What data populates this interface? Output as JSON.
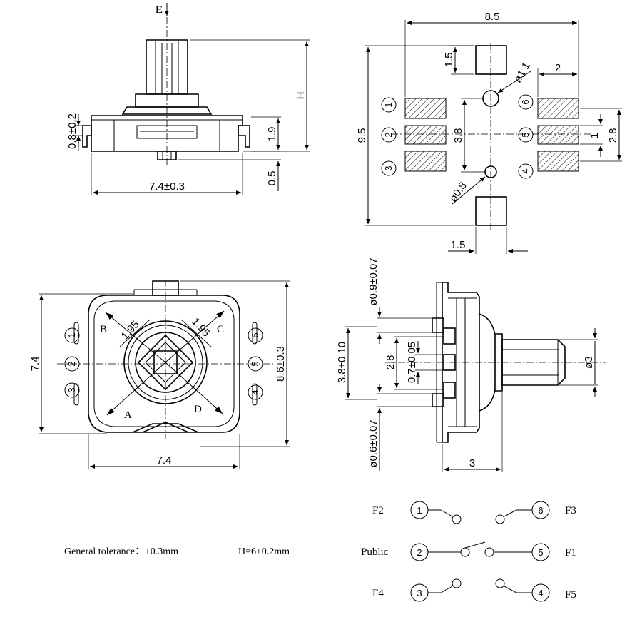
{
  "front_view": {
    "section_marker": "E",
    "dim_pin_standoff": "0.8±0.2",
    "dim_height": "H",
    "dim_body_height": "1.9",
    "dim_pin_bottom": "0.5",
    "dim_width": "7.4±0.3"
  },
  "footprint": {
    "dim_overall_width": "8.5",
    "dim_pad_top": "1.5",
    "dim_hole_1": "ø1.1",
    "dim_pad_right": "2",
    "dim_overall_height": "9.5",
    "dim_pad_pitch": "3.8",
    "dim_pad_1": "1",
    "dim_pad_spacing": "2.8",
    "dim_hole_2": "ø0.8",
    "dim_pad_bottom": "1.5",
    "pin_labels": [
      "1",
      "2",
      "3",
      "6",
      "5",
      "4"
    ]
  },
  "top_view": {
    "direction_labels": [
      "B",
      "C",
      "A",
      "D"
    ],
    "dim_diag_left": "1.95",
    "dim_diag_right": "1.95",
    "dim_height": "7.4",
    "dim_outer": "8.6±0.3",
    "dim_width": "7.4",
    "pin_labels": [
      "1",
      "2",
      "3",
      "6",
      "5",
      "4"
    ]
  },
  "side_view": {
    "dim_pin_top": "ø0.9±0.07",
    "dim_pitch": "3.8±0.10",
    "dim_pad": "2.8",
    "dim_small": "0.7±0.05",
    "dim_pin_bottom": "ø0.6±0.07",
    "dim_shaft": "ø3",
    "dim_depth": "3"
  },
  "schematic": {
    "rows": [
      {
        "left_label": "F2",
        "left_pin": "1",
        "right_pin": "6",
        "right_label": "F3"
      },
      {
        "left_label": "Public",
        "left_pin": "2",
        "right_pin": "5",
        "right_label": "F1"
      },
      {
        "left_label": "F4",
        "left_pin": "3",
        "right_pin": "4",
        "right_label": "F5"
      }
    ]
  },
  "notes": {
    "tolerance": "General tolerance：±0.3mm",
    "height": "H=6±0.2mm"
  }
}
